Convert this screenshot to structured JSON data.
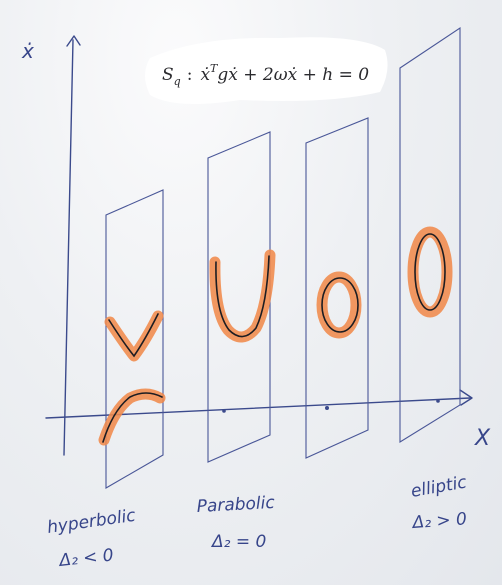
{
  "equation": {
    "lhs": "S",
    "lhs_sub": "q",
    "colon": ":",
    "term1": "ẋ",
    "term1_sup": "T",
    "term1_rest": "gẋ + 2ωẋ + h = 0"
  },
  "axes": {
    "y_label": "ẋ",
    "x_label": "X"
  },
  "labels": {
    "hyperbolic": "hyperbolic",
    "hyperbolic_cond": "Δ₂ < 0",
    "parabolic": "Parabolic",
    "parabolic_cond": "Δ₂ = 0",
    "elliptic": "elliptic",
    "elliptic_cond": "Δ₂ > 0"
  },
  "colors": {
    "ink": "#3b4a8c",
    "highlight": "#f08a4b",
    "curve": "#1d1d22"
  }
}
